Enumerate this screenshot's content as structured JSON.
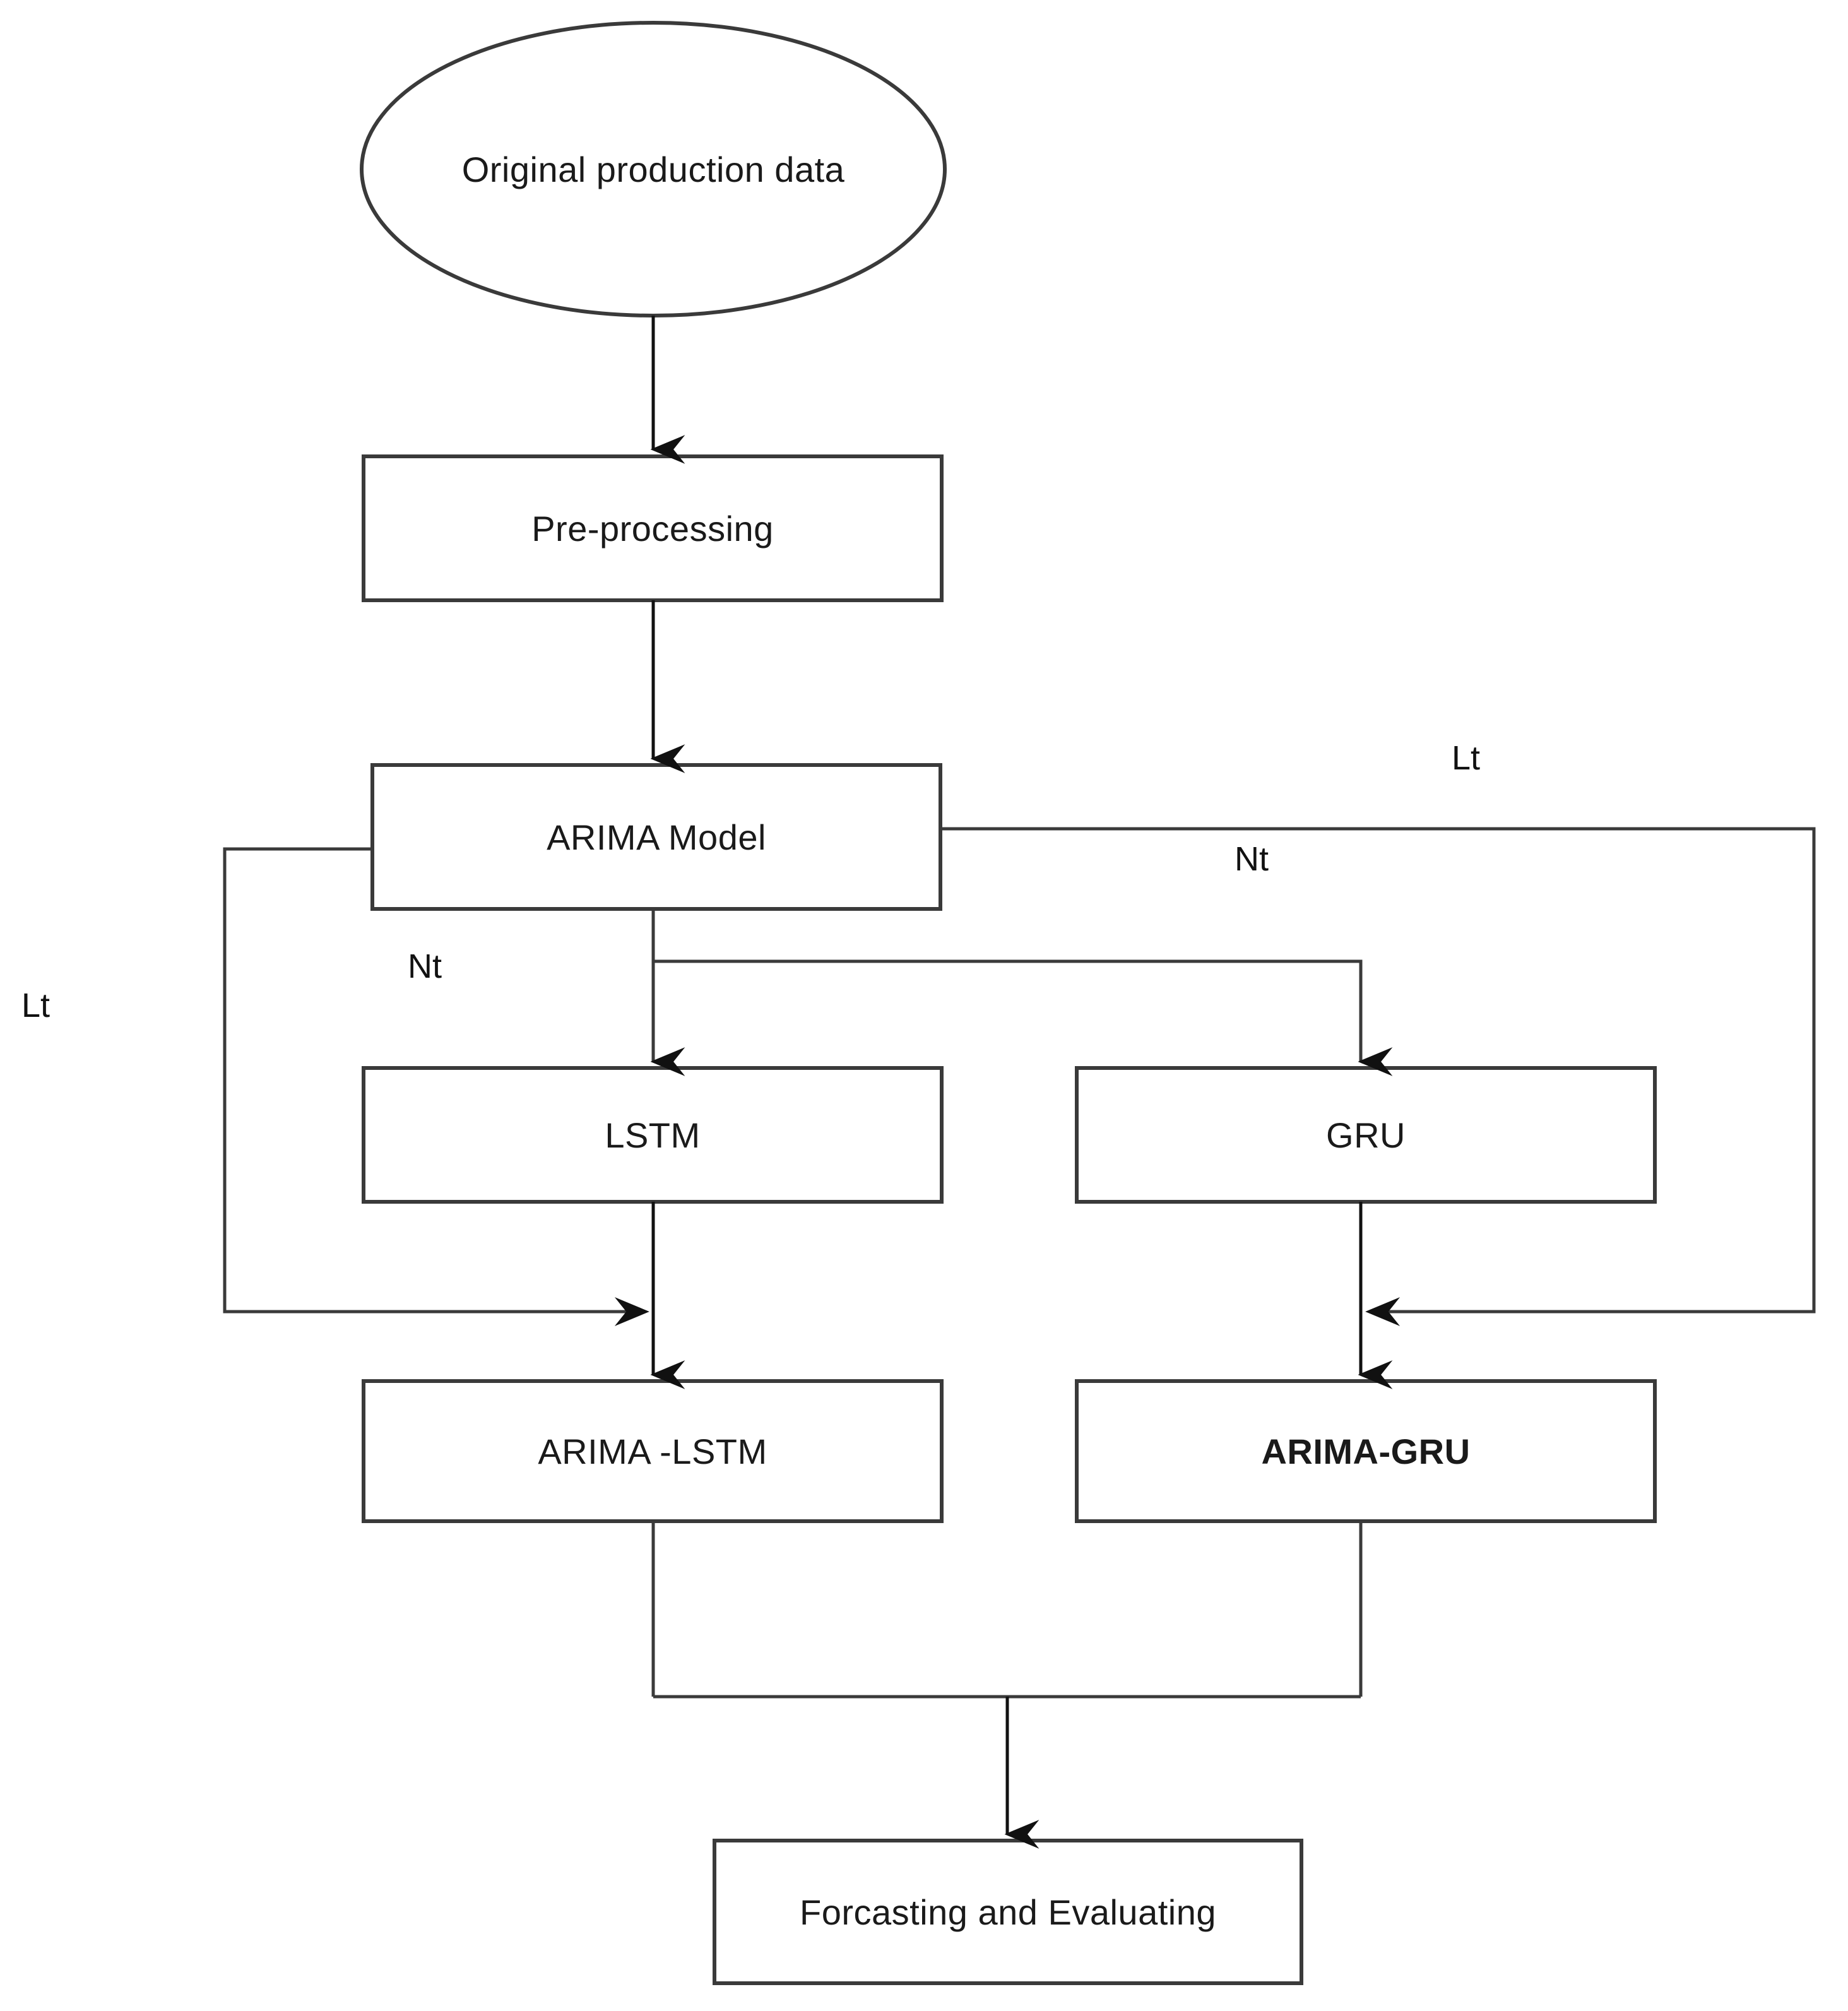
{
  "diagram": {
    "title": "ARIMA hybrid forecasting workflow flowchart",
    "background_color": "#ffffff",
    "stroke_color": "#3a3a3a",
    "text_color": "#1a1a1a",
    "nodes": [
      {
        "id": "original-data",
        "shape": "ellipse",
        "label": "Original production data",
        "bold": false
      },
      {
        "id": "pre-processing",
        "shape": "rectangle",
        "label": "Pre-processing",
        "bold": false
      },
      {
        "id": "arima-model",
        "shape": "rectangle",
        "label": "ARIMA Model",
        "bold": false
      },
      {
        "id": "lstm",
        "shape": "rectangle",
        "label": "LSTM",
        "bold": false
      },
      {
        "id": "gru",
        "shape": "rectangle",
        "label": "GRU",
        "bold": false
      },
      {
        "id": "arima-lstm",
        "shape": "rectangle",
        "label": "ARIMA -LSTM",
        "bold": false
      },
      {
        "id": "arima-gru",
        "shape": "rectangle",
        "label": "ARIMA-GRU",
        "bold": true
      },
      {
        "id": "forecasting",
        "shape": "rectangle",
        "label": "Forcasting and Evaluating",
        "bold": false
      }
    ],
    "edge_labels": [
      {
        "id": "lt-right",
        "label": "Lt"
      },
      {
        "id": "nt-right",
        "label": "Nt"
      },
      {
        "id": "lt-left",
        "label": "Lt"
      },
      {
        "id": "nt-left",
        "label": "Nt"
      }
    ]
  }
}
